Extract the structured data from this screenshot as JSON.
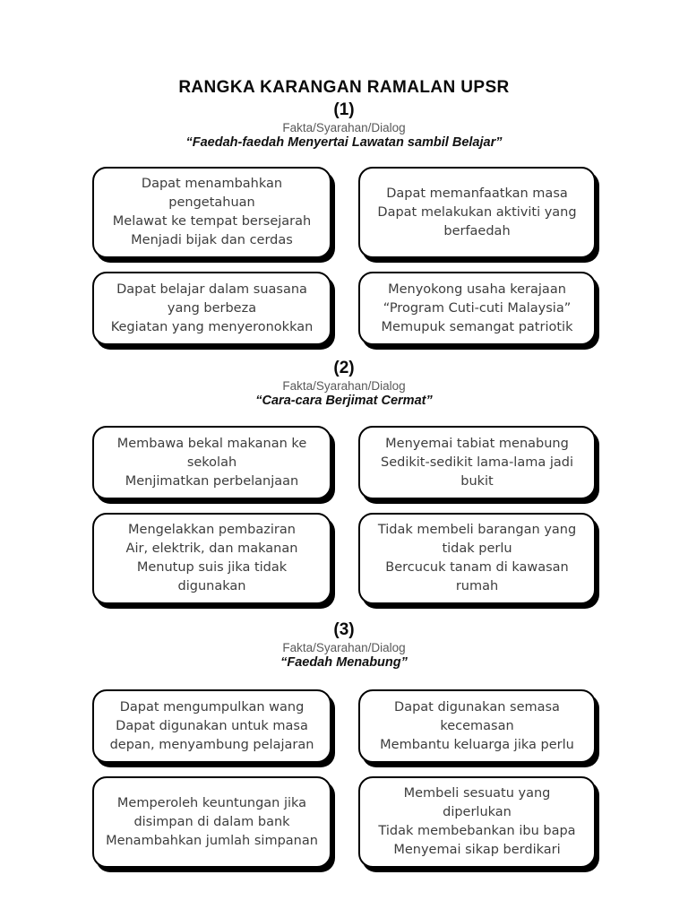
{
  "document": {
    "title": "RANGKA KARANGAN RAMALAN UPSR"
  },
  "colors": {
    "page_background": "#ffffff",
    "title_text": "#0a0a0a",
    "format_label_text": "#595959",
    "box_border": "#000000",
    "box_shadow": "#000000",
    "box_text": "#3d3d3d"
  },
  "sections": [
    {
      "number": "(1)",
      "format_label": "Fakta/Syarahan/Dialog",
      "topic": "“Faedah-faedah Menyertai Lawatan sambil Belajar”",
      "boxes": [
        {
          "lines": [
            "Dapat menambahkan pengetahuan",
            "Melawat ke tempat bersejarah",
            "Menjadi bijak dan cerdas"
          ]
        },
        {
          "lines": [
            "Dapat memanfaatkan masa",
            "Dapat melakukan aktiviti yang berfaedah"
          ]
        },
        {
          "lines": [
            "Dapat belajar dalam suasana yang berbeza",
            "Kegiatan yang menyeronokkan"
          ]
        },
        {
          "lines": [
            "Menyokong usaha kerajaan",
            "“Program Cuti-cuti Malaysia”",
            "Memupuk semangat patriotik"
          ]
        }
      ]
    },
    {
      "number": "(2)",
      "format_label": "Fakta/Syarahan/Dialog",
      "topic": "“Cara-cara Berjimat Cermat”",
      "boxes": [
        {
          "lines": [
            "Membawa bekal makanan ke sekolah",
            "Menjimatkan perbelanjaan"
          ]
        },
        {
          "lines": [
            "Menyemai tabiat menabung",
            "Sedikit-sedikit lama-lama jadi bukit"
          ]
        },
        {
          "lines": [
            "Mengelakkan pembaziran",
            "Air, elektrik, dan makanan",
            "Menutup suis jika tidak digunakan"
          ]
        },
        {
          "lines": [
            "Tidak membeli barangan yang tidak perlu",
            "Bercucuk tanam di kawasan rumah"
          ]
        }
      ]
    },
    {
      "number": "(3)",
      "format_label": "Fakta/Syarahan/Dialog",
      "topic": "“Faedah Menabung”",
      "boxes": [
        {
          "lines": [
            "Dapat mengumpulkan wang",
            "Dapat digunakan untuk masa depan, menyambung pelajaran"
          ]
        },
        {
          "lines": [
            "Dapat digunakan semasa kecemasan",
            "Membantu keluarga jika perlu"
          ]
        },
        {
          "lines": [
            "Memperoleh keuntungan jika disimpan di dalam bank",
            "Menambahkan jumlah simpanan"
          ]
        },
        {
          "lines": [
            "Membeli sesuatu yang diperlukan",
            "Tidak membebankan ibu bapa",
            "Menyemai sikap berdikari"
          ]
        }
      ]
    }
  ]
}
